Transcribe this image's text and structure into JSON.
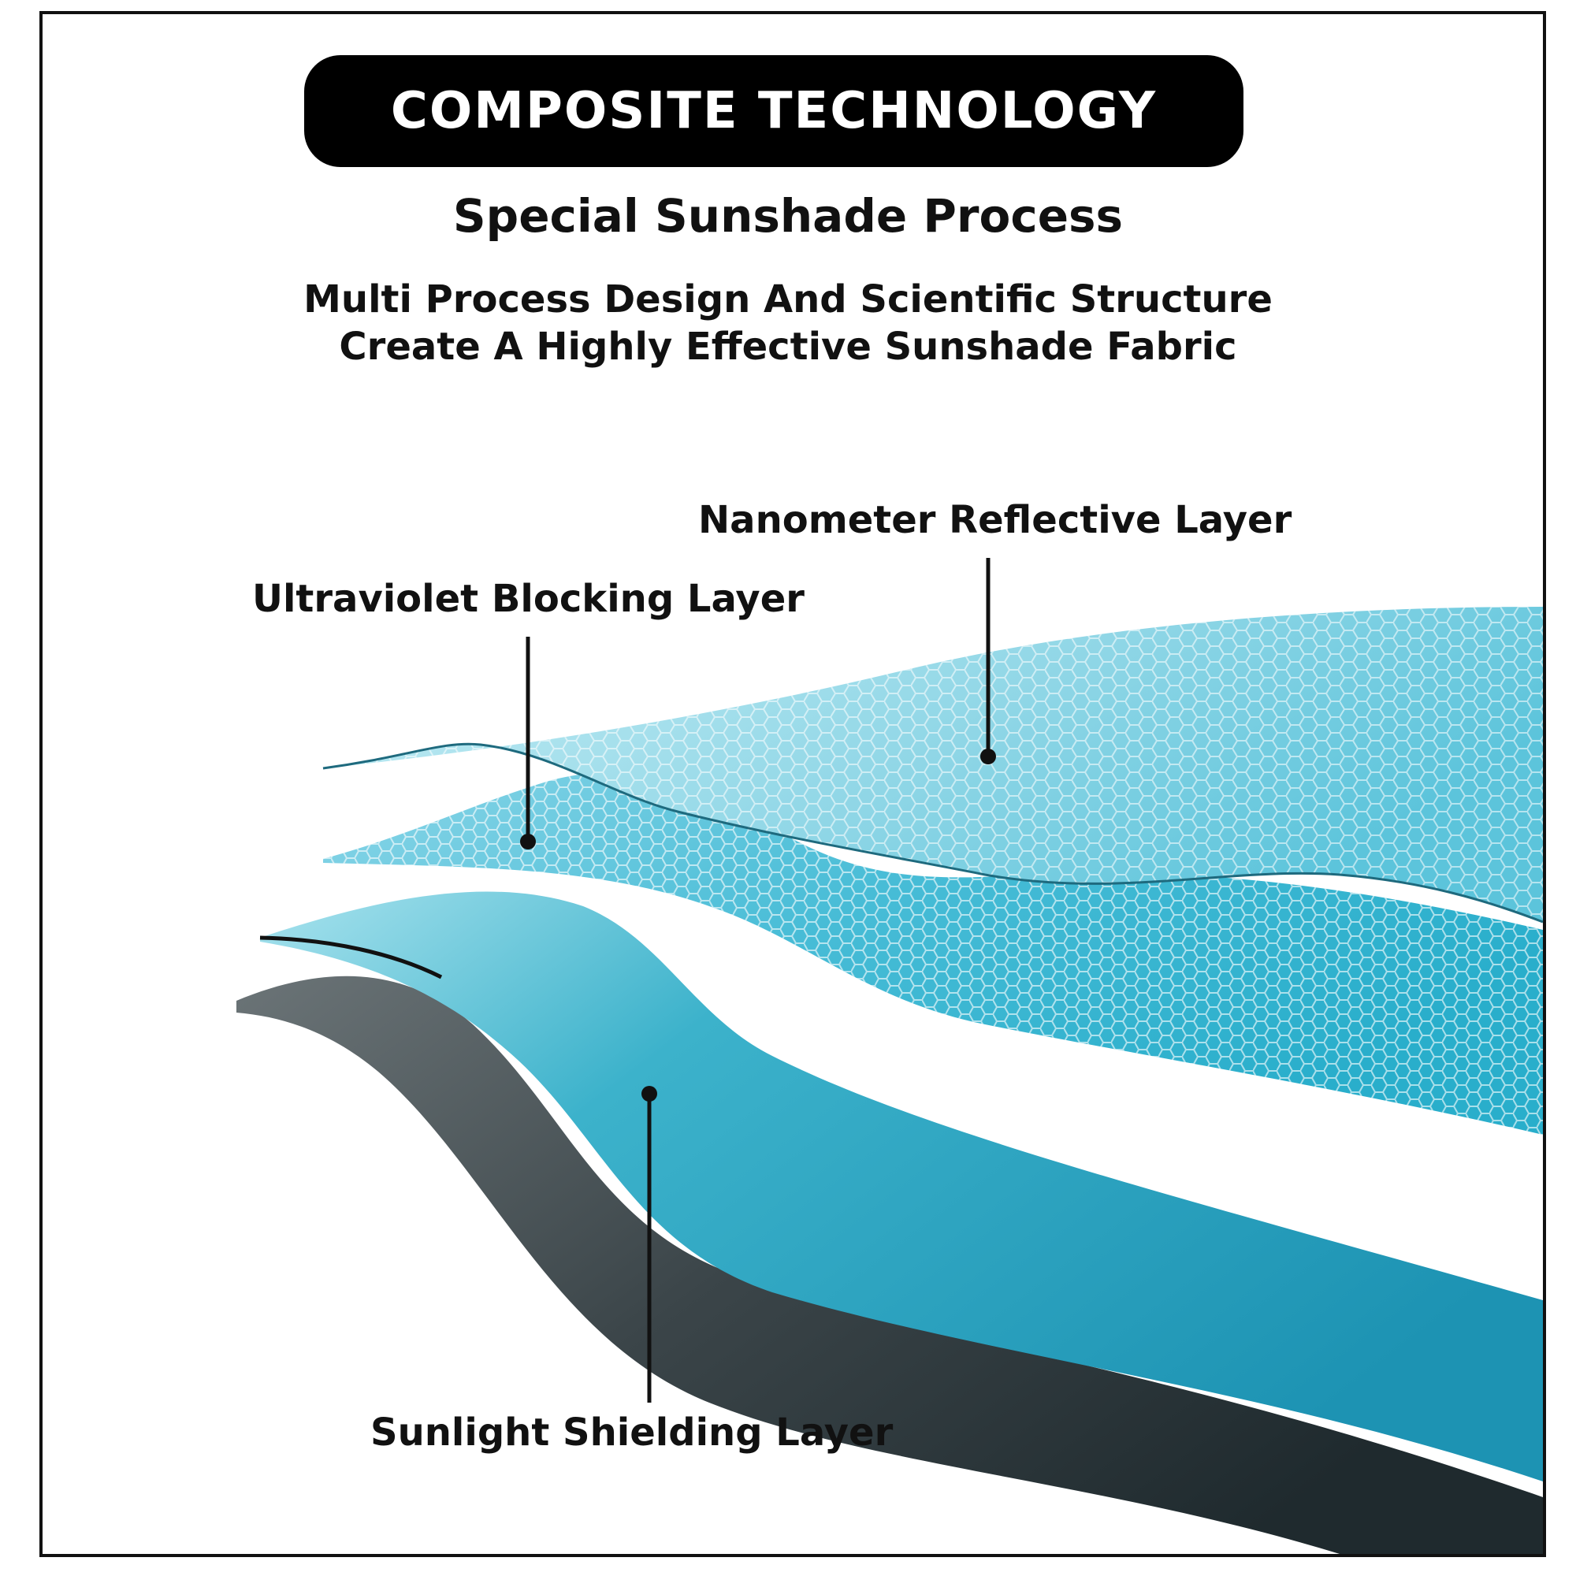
{
  "header": {
    "title": "COMPOSITE  TECHNOLOGY",
    "subtitle": "Special Sunshade Process",
    "description_line1": "Multi Process Design And Scientific Structure",
    "description_line2": "Create A Highly Effective Sunshade Fabric"
  },
  "layers": [
    {
      "label": "Nanometer Reflective Layer",
      "color": "#9ddbe8"
    },
    {
      "label": "Ultraviolet Blocking Layer",
      "color": "#4fc0d8"
    },
    {
      "label": "Sunlight Shielding Layer",
      "color": "#2aa8c4"
    }
  ],
  "colors": {
    "base_layer": "#3a4448",
    "accent": "#000000"
  }
}
